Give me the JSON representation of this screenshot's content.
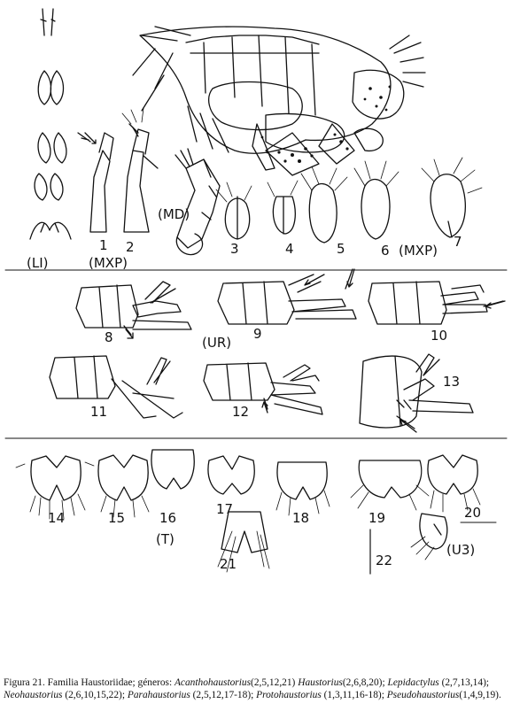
{
  "figure": {
    "labels": {
      "n1": "1",
      "n2": "2",
      "md": "(MD)",
      "n3": "3",
      "n4": "4",
      "n5": "5",
      "n6": "6",
      "mxp_right": "(MXP)",
      "n7": "7",
      "li": "(LI)",
      "mxp_left": "(MXP)",
      "n8": "8",
      "n9": "9",
      "n10": "10",
      "ur": "(UR)",
      "n11": "11",
      "n12": "12",
      "n13": "13",
      "n14": "14",
      "n15": "15",
      "n16": "16",
      "n17": "17",
      "n18": "18",
      "n19": "19",
      "n20": "20",
      "t": "(T)",
      "n21": "21",
      "n22": "22",
      "u3": "(U3)"
    }
  },
  "caption": {
    "lead": "Figura 21. Familia Haustoriidae; géneros: ",
    "genera": [
      {
        "name": "Acanthohaustorius",
        "refs": "(2,5,12,21)"
      },
      {
        "name": "Haustorius",
        "refs": "(2,6,8,20)"
      },
      {
        "name": "Lepidactylus",
        "refs": "(2,7,13,14)"
      },
      {
        "name": "Neohaustorius",
        "refs": "(2,6,10,15,22)"
      },
      {
        "name": "Parahaustorius",
        "refs": "(2,5,12,17-18)"
      },
      {
        "name": "Protohaustorius",
        "refs": "(1,3,11,16-18)"
      },
      {
        "name": "Pseudohaustorius",
        "refs": "(1,4,9,19)"
      }
    ]
  }
}
